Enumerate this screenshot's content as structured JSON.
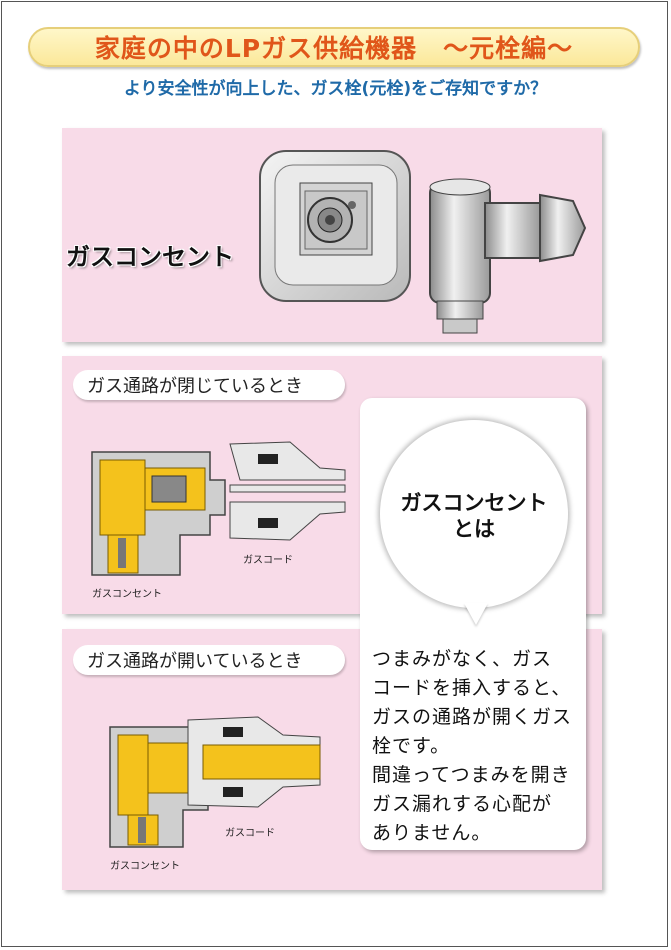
{
  "header": {
    "title": "家庭の中のLPガス供給機器　～元栓編～",
    "subtitle": "より安全性が向上した、ガス栓(元栓)をご存知ですか？"
  },
  "panel1": {
    "heading": "ガスコンセント"
  },
  "panel2": {
    "state_label": "ガス通路が閉じているとき",
    "outlet_label": "ガスコンセント",
    "cord_label": "ガスコード"
  },
  "panel3": {
    "state_label": "ガス通路が開いているとき",
    "outlet_label": "ガスコンセント",
    "cord_label": "ガスコード"
  },
  "callout": {
    "bubble_line1": "ガスコンセント",
    "bubble_line2": "とは",
    "body": "つまみがなく、ガス\nコードを挿入すると、\nガスの通路が開くガス\n栓です。\n間違ってつまみを開き\nガス漏れする心配が\nありません。"
  },
  "colors": {
    "title_text": "#e0561a",
    "subtitle_text": "#1f6aa8",
    "panel_bg": "#f8dbe8",
    "gas_yellow": "#f4c21c"
  }
}
